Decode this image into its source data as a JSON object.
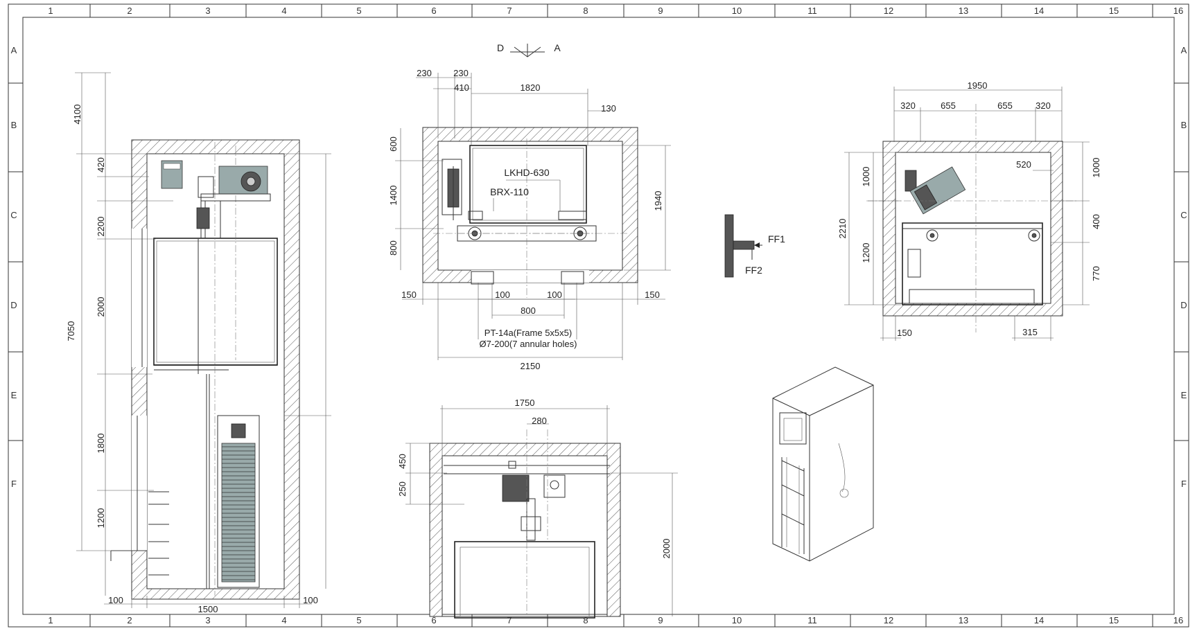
{
  "grid": {
    "columns": [
      "1",
      "2",
      "3",
      "4",
      "5",
      "6",
      "7",
      "8",
      "9",
      "10",
      "11",
      "12",
      "13",
      "14",
      "15",
      "16"
    ],
    "rows": [
      "A",
      "B",
      "C",
      "D",
      "E",
      "F"
    ]
  },
  "section_marker": {
    "left": "D",
    "right": "A"
  },
  "elevation": {
    "dims_left": [
      "4100",
      "420",
      "2200",
      "2000",
      "7050",
      "1800",
      "1200"
    ],
    "dims_bottom": [
      "100",
      "1500",
      "100"
    ]
  },
  "plan": {
    "dims_top": [
      "230",
      "230",
      "410",
      "1820",
      "130"
    ],
    "dims_left": [
      "600",
      "1400",
      "800"
    ],
    "dim_right": "1940",
    "labels": [
      "LKHD-630",
      "BRX-110"
    ],
    "dims_bottom": [
      "150",
      "100",
      "100",
      "150",
      "800",
      "2150"
    ],
    "notes": [
      "PT-14a(Frame 5x5x5)",
      "Ø7-200(7 annular holes)"
    ]
  },
  "detail": {
    "labels": [
      "FF1",
      "FF2"
    ]
  },
  "side": {
    "dims_top": [
      "1950",
      "320",
      "655",
      "655",
      "320",
      "520"
    ],
    "dims_left": [
      "2210",
      "1000",
      "1200"
    ],
    "dims_right": [
      "1000",
      "400",
      "770"
    ],
    "dims_bottom": [
      "150",
      "315"
    ]
  },
  "lower": {
    "dims_top": [
      "1750",
      "280"
    ],
    "dims_left": [
      "450",
      "250"
    ],
    "dim_right": "2000"
  },
  "colors": {
    "line": "#333333",
    "background": "#ffffff"
  }
}
